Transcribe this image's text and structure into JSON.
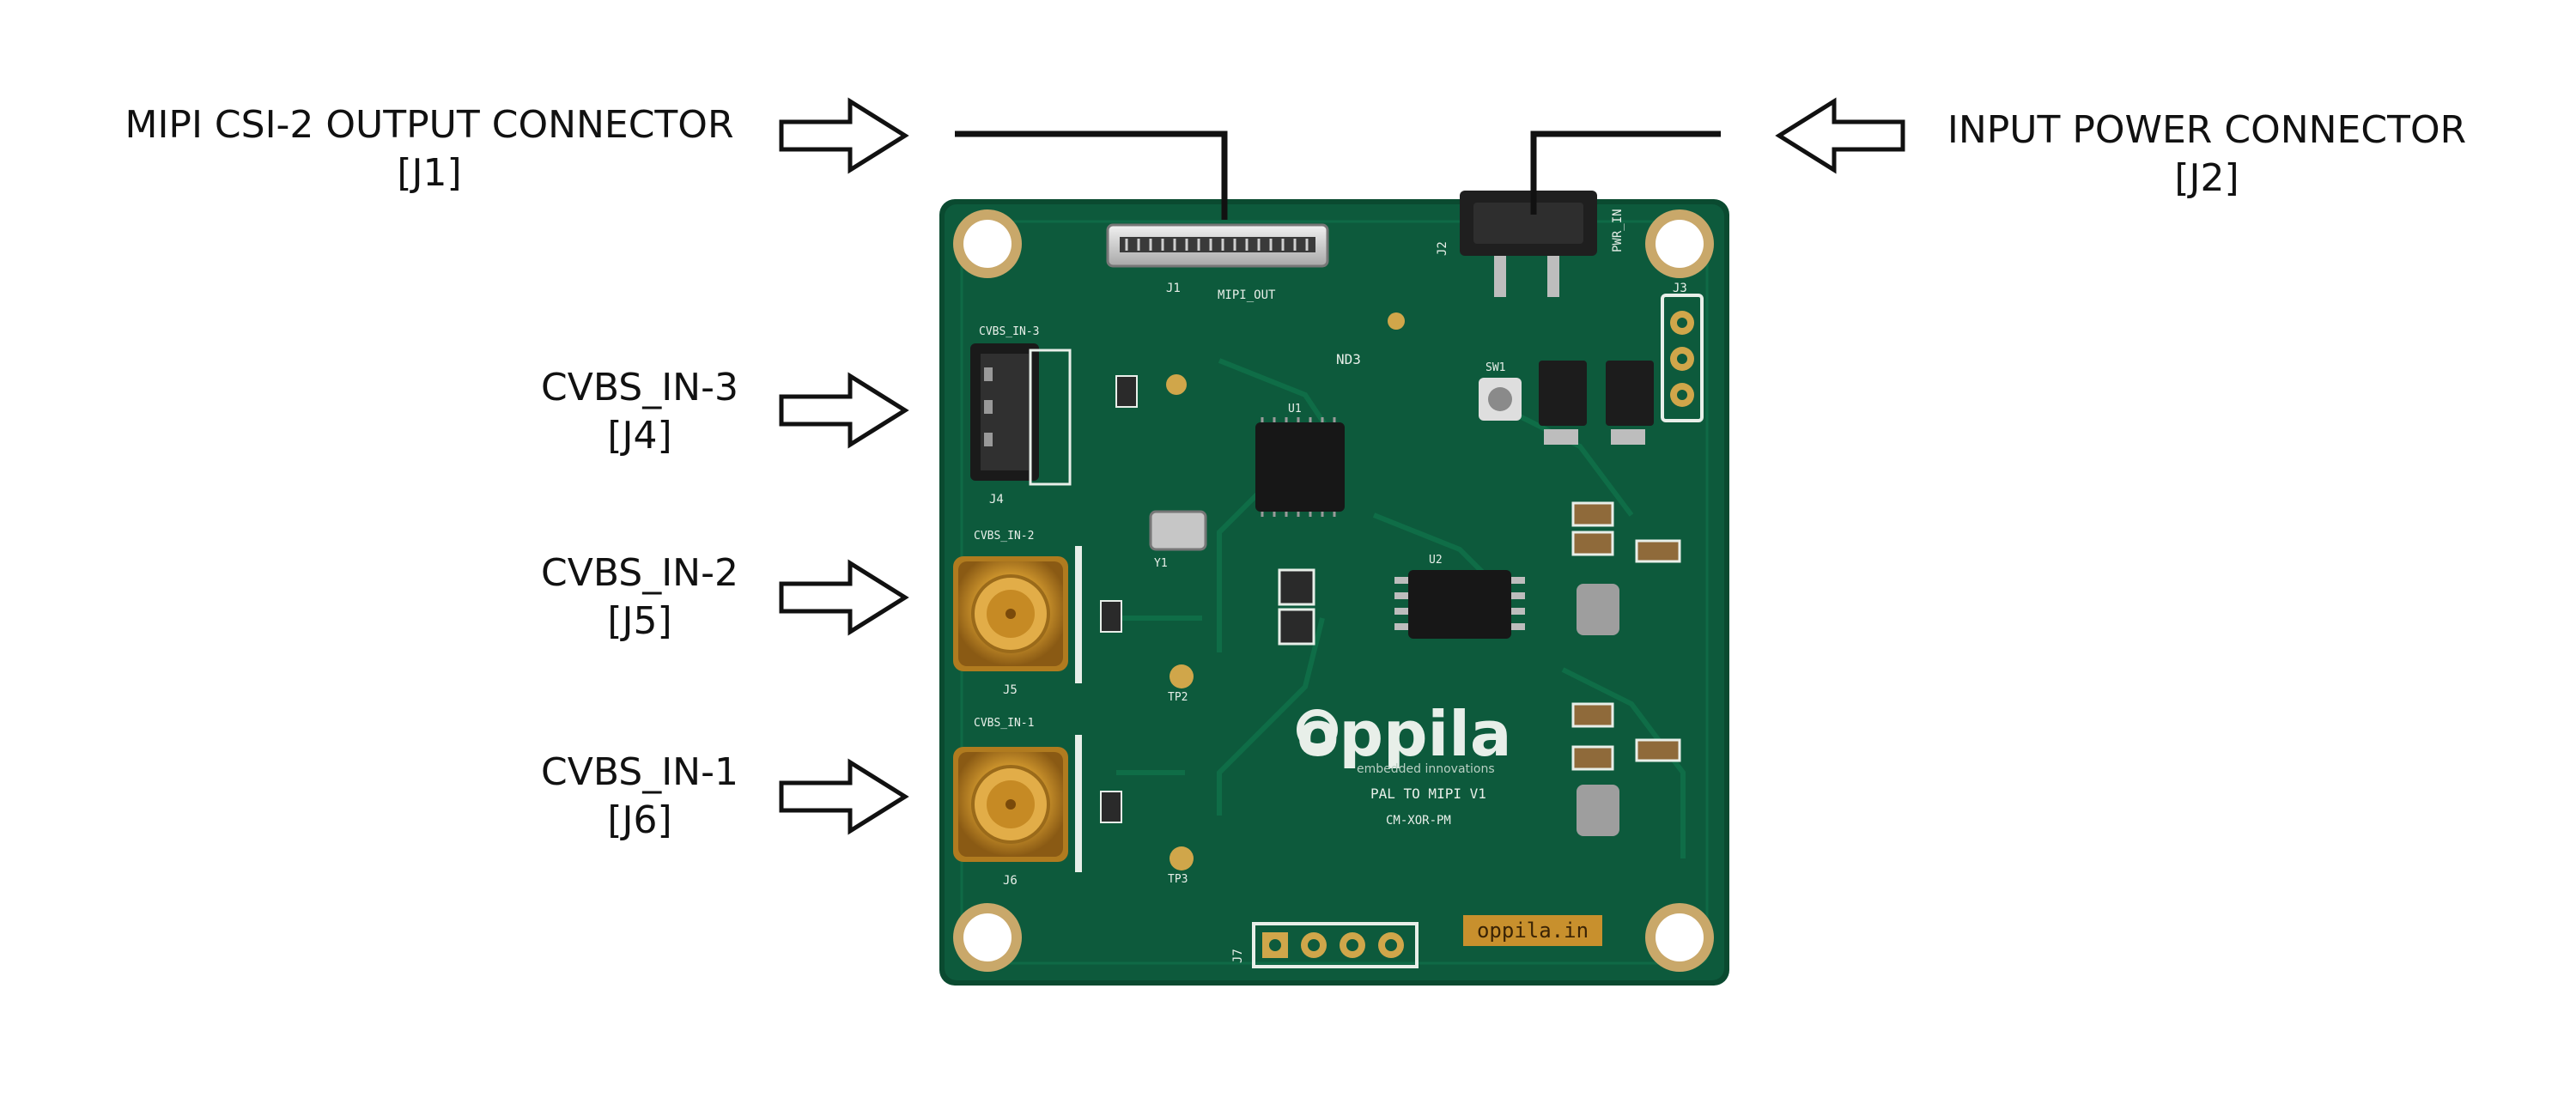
{
  "callouts": {
    "j1": {
      "name": "MIPI CSI-2 OUTPUT CONNECTOR",
      "ref": "[J1]"
    },
    "j2": {
      "name": "INPUT POWER CONNECTOR",
      "ref": "[J2]"
    },
    "j4": {
      "name": "CVBS_IN-3",
      "ref": "[J4]"
    },
    "j5": {
      "name": "CVBS_IN-2",
      "ref": "[J5]"
    },
    "j6": {
      "name": "CVBS_IN-1",
      "ref": "[J6]"
    }
  },
  "board": {
    "logo": "oppila",
    "tagline": "embedded innovations",
    "model": "PAL TO MIPI V1",
    "part": "CM-XOR-PM",
    "site_badge": "oppila.in",
    "silkscreen": {
      "mipi_out": "MIPI_OUT",
      "pwr_in": "PWR_IN",
      "cvbs_in_3": "CVBS_IN-3",
      "cvbs_in_2": "CVBS_IN-2",
      "cvbs_in_1": "CVBS_IN-1",
      "j1": "J1",
      "j2": "J2",
      "j3": "J3",
      "j4": "J4",
      "j5": "J5",
      "j6": "J6",
      "j7": "J7",
      "sw1": "SW1",
      "u1": "U1",
      "u2": "U2",
      "y1": "Y1",
      "tp2": "TP2",
      "tp3": "TP3",
      "nd3": "ND3"
    }
  },
  "colors": {
    "pcb": "#0d5a3c",
    "pcb_edge": "#0a4a30",
    "silk": "#e8efe9",
    "gold": "#c9a86a",
    "sma_gold": "#d39a2f",
    "logo_bg": "#c8902d"
  }
}
